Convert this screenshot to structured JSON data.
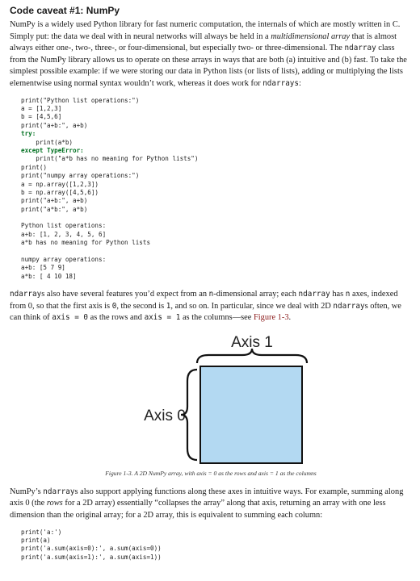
{
  "heading": "Code caveat #1: NumPy",
  "para1": {
    "a": "NumPy is a widely used Python library for fast numeric computation, the internals of which are mostly written in C. Simply put: the data we deal with in neural networks will always be held in a ",
    "em": "multidimensional array",
    "b": " that is almost always either one-, two-, three-, or four-dimensional, but especially two- or three-dimensional. The ",
    "code1": "ndarray",
    "c": " class from the NumPy library allows us to operate on these arrays in ways that are both (a) intuitive and (b) fast. To take the simplest possible example: if we were storing our data in Python lists (or lists of lists), adding or multiplying the lists elementwise using normal syntax wouldn’t work, whereas it does work for ",
    "code2": "ndarrays",
    "d": ":"
  },
  "code1_lines": [
    "print(\"Python list operations:\")",
    "a = [1,2,3]",
    "b = [4,5,6]",
    "print(\"a+b:\", a+b)",
    "try:",
    "    print(a*b)",
    "except TypeError:",
    "    print(\"a*b has no meaning for Python lists\")",
    "print()",
    "print(\"numpy array operations:\")",
    "a = np.array([1,2,3])",
    "b = np.array([4,5,6])",
    "print(\"a+b:\", a+b)",
    "print(\"a*b:\", a*b)"
  ],
  "output_lines": [
    "Python list operations:",
    "a+b: [1, 2, 3, 4, 5, 6]",
    "a*b has no meaning for Python lists",
    "",
    "numpy array operations:",
    "a+b: [5 7 9]",
    "a*b: [ 4 10 18]"
  ],
  "para2": {
    "code1": "ndarray",
    "a": "s also have several features you’d expect from an ",
    "code2": "n",
    "b": "-dimensional array; each ",
    "code3": "ndarray",
    "c": " has ",
    "code4": "n",
    "d": " axes, indexed from 0, so that the first axis is ",
    "code5": "0",
    "e": ", the second is ",
    "code6": "1",
    "f": ", and so on. In particular, since we deal with 2D ",
    "code7": "ndarray",
    "g": "s often, we can think of ",
    "code8": "axis = 0",
    "h": " as the rows and ",
    "code9": "axis = 1",
    "i": " as the columns—see ",
    "link": "Figure 1-3",
    "j": "."
  },
  "figure": {
    "axis1_label": "Axis 1",
    "axis0_label": "Axis 0",
    "fill_color": "#b3d9f2",
    "caption": "Figure 1-3. A 2D NumPy array, with axis = 0 as the rows and axis = 1 as the columns"
  },
  "para3": {
    "a": "NumPy’s ",
    "code1": "ndarray",
    "b": "s also support applying functions along these axes in intuitive ways. For example, summing along axis 0 (the ",
    "em": "rows",
    "c": " for a 2D array) essentially “collapses the array” along that axis, returning an array with one less dimension than the original array; for a 2D array, this is equivalent to summing each column:"
  },
  "code2_lines": [
    "print('a:')",
    "print(a)",
    "print('a.sum(axis=0):', a.sum(axis=0))",
    "print('a.sum(axis=1):', a.sum(axis=1))"
  ]
}
